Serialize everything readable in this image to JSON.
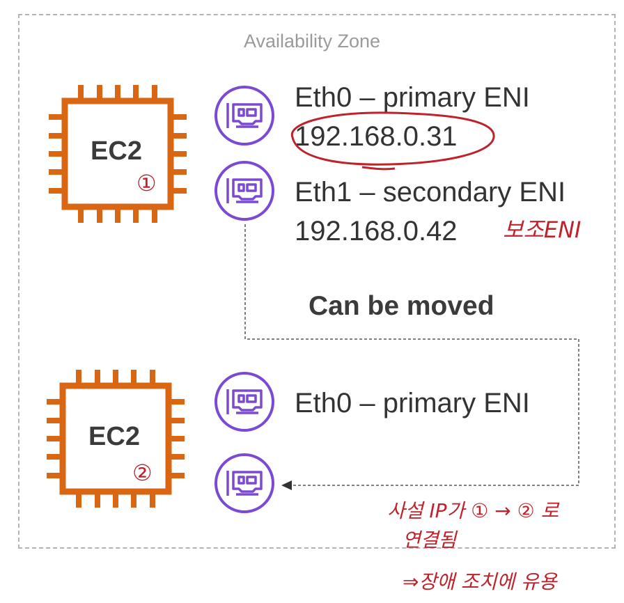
{
  "zone": {
    "label": "Availability Zone"
  },
  "instances": [
    {
      "label": "EC2",
      "handwritten_mark": "①",
      "enis": [
        {
          "name": "Eth0 – primary ENI",
          "ip": "192.168.0.31"
        },
        {
          "name": "Eth1 – secondary ENI",
          "ip": "192.168.0.42"
        }
      ]
    },
    {
      "label": "EC2",
      "handwritten_mark": "②",
      "enis": [
        {
          "name": "Eth0 – primary ENI",
          "ip": ""
        },
        {
          "name": "",
          "ip": ""
        }
      ]
    }
  ],
  "move_label": "Can be moved",
  "annotations": {
    "secondary_note": "보조ENI",
    "line1": "사설 IP가 ① → ② 로",
    "line2": "연결됨",
    "line3": "⇒장애 조치에 유용"
  },
  "colors": {
    "ec2_orange": "#d86613",
    "eni_purple": "#7b4ad4",
    "annotation_red": "#c0222b",
    "zone_border": "#b3b3b3"
  },
  "icons": [
    "ec2-chip-icon",
    "network-interface-icon"
  ]
}
